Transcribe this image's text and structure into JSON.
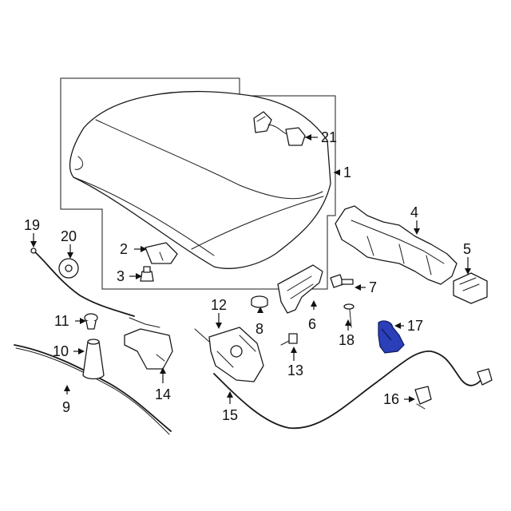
{
  "callouts": {
    "c1": "1",
    "c2": "2",
    "c3": "3",
    "c4": "4",
    "c5": "5",
    "c6": "6",
    "c7": "7",
    "c8": "8",
    "c9": "9",
    "c10": "10",
    "c11": "11",
    "c12": "12",
    "c13": "13",
    "c14": "14",
    "c15": "15",
    "c16": "16",
    "c17": "17",
    "c18": "18",
    "c19": "19",
    "c20": "20",
    "c21": "21"
  },
  "highlight": {
    "part": "17",
    "color": "#2a3fb8"
  },
  "colors": {
    "line": "#1a1a1a",
    "background": "#ffffff"
  }
}
